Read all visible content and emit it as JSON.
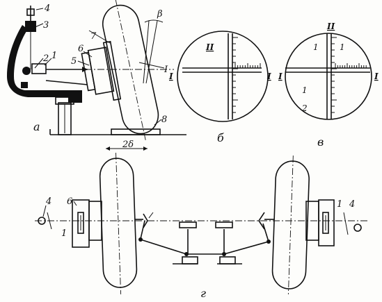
{
  "figure": {
    "callouts": {
      "n1": "1",
      "n2": "2",
      "n3": "3",
      "n4": "4",
      "n5": "5",
      "n6": "6",
      "n7": "7",
      "n8": "8"
    },
    "angle_label": "β",
    "gap_label": "2δ",
    "panel_labels": {
      "a": "а",
      "b": "б",
      "v": "в",
      "g": "г"
    },
    "roman_marks": {
      "one": "I",
      "two": "II"
    },
    "scale_digits": {
      "one": "1",
      "two": "2"
    }
  }
}
